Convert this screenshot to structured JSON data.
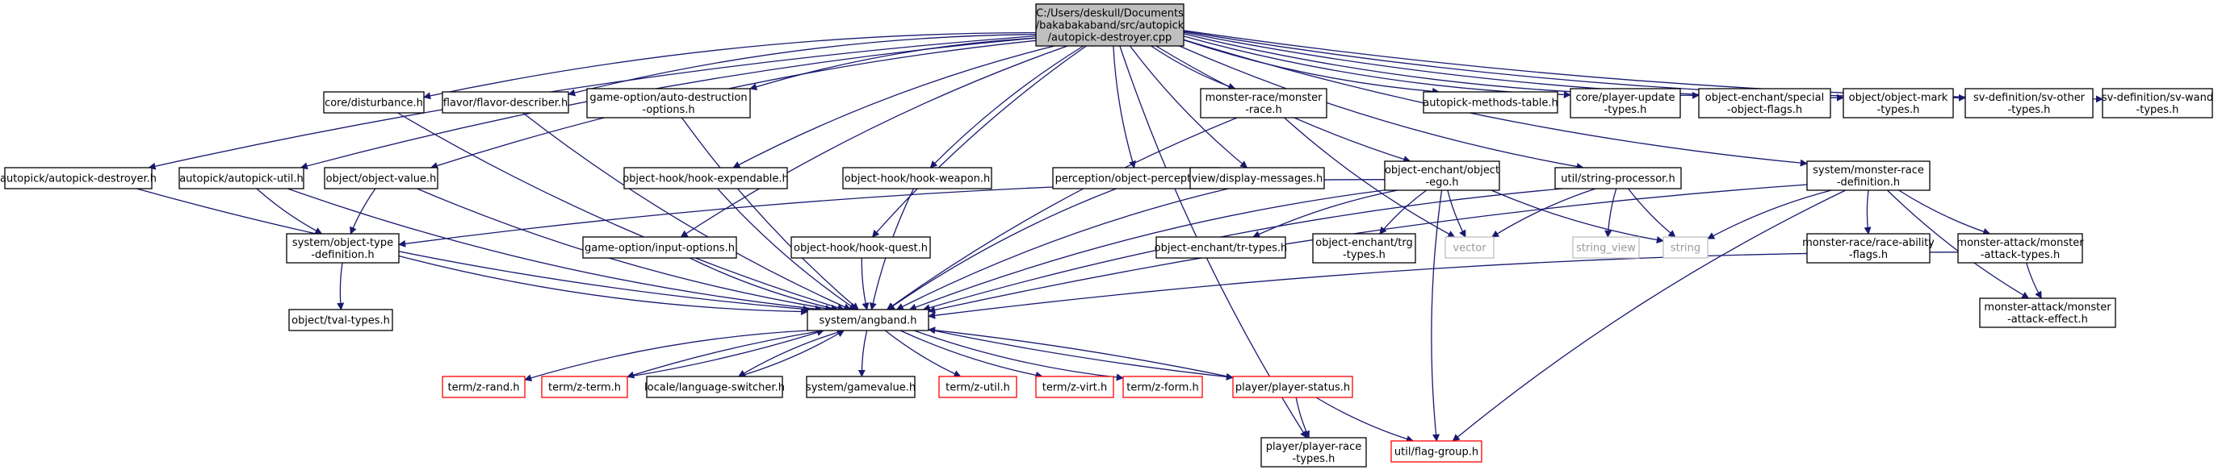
{
  "colors": {
    "edge": "#191970",
    "root_fill": "#bfbfbf",
    "node_border": "#000000",
    "missing_border": "#ff0000",
    "external_border": "#bfbfbf",
    "external_text": "#9a9a9a"
  },
  "nodes": {
    "root": {
      "lines": [
        "C:/Users/deskull/Documents",
        "/bakabakaband/src/autopick",
        "/autopick-destroyer.cpp"
      ],
      "kind": "root"
    },
    "core_dist": {
      "lines": [
        "core/disturbance.h"
      ],
      "kind": "normal"
    },
    "flavor": {
      "lines": [
        "flavor/flavor-describer.h"
      ],
      "kind": "normal"
    },
    "go_auto": {
      "lines": [
        "game-option/auto-destruction",
        "-options.h"
      ],
      "kind": "normal"
    },
    "mr_mon": {
      "lines": [
        "monster-race/monster",
        "-race.h"
      ],
      "kind": "normal"
    },
    "ap_tbl": {
      "lines": [
        "autopick-methods-table.h"
      ],
      "kind": "normal"
    },
    "core_pu": {
      "lines": [
        "core/player-update",
        "-types.h"
      ],
      "kind": "normal"
    },
    "oe_special": {
      "lines": [
        "object-enchant/special",
        "-object-flags.h"
      ],
      "kind": "normal"
    },
    "obj_mark": {
      "lines": [
        "object/object-mark",
        "-types.h"
      ],
      "kind": "normal"
    },
    "sv_other": {
      "lines": [
        "sv-definition/sv-other",
        "-types.h"
      ],
      "kind": "normal"
    },
    "sv_wand": {
      "lines": [
        "sv-definition/sv-wand",
        "-types.h"
      ],
      "kind": "normal"
    },
    "ap_destroyer": {
      "lines": [
        "autopick/autopick-destroyer.h"
      ],
      "kind": "normal"
    },
    "ap_util": {
      "lines": [
        "autopick/autopick-util.h"
      ],
      "kind": "normal"
    },
    "obj_value": {
      "lines": [
        "object/object-value.h"
      ],
      "kind": "normal"
    },
    "oh_exp": {
      "lines": [
        "object-hook/hook-expendable.h"
      ],
      "kind": "normal"
    },
    "oh_weapon": {
      "lines": [
        "object-hook/hook-weapon.h"
      ],
      "kind": "normal"
    },
    "perc": {
      "lines": [
        "perception/object-perception.h"
      ],
      "kind": "normal"
    },
    "view_msg": {
      "lines": [
        "view/display-messages.h"
      ],
      "kind": "normal"
    },
    "oe_ego": {
      "lines": [
        "object-enchant/object",
        "-ego.h"
      ],
      "kind": "normal"
    },
    "util_sp": {
      "lines": [
        "util/string-processor.h"
      ],
      "kind": "normal"
    },
    "sys_mrd": {
      "lines": [
        "system/monster-race",
        "-definition.h"
      ],
      "kind": "normal"
    },
    "sys_otd": {
      "lines": [
        "system/object-type",
        "-definition.h"
      ],
      "kind": "normal"
    },
    "go_input": {
      "lines": [
        "game-option/input-options.h"
      ],
      "kind": "normal"
    },
    "oh_quest": {
      "lines": [
        "object-hook/hook-quest.h"
      ],
      "kind": "normal"
    },
    "oe_tr": {
      "lines": [
        "object-enchant/tr-types.h"
      ],
      "kind": "normal"
    },
    "oe_trg": {
      "lines": [
        "object-enchant/trg",
        "-types.h"
      ],
      "kind": "normal"
    },
    "vector": {
      "lines": [
        "vector"
      ],
      "kind": "external"
    },
    "string_view": {
      "lines": [
        "string_view"
      ],
      "kind": "external"
    },
    "string": {
      "lines": [
        "string"
      ],
      "kind": "external"
    },
    "mr_ability": {
      "lines": [
        "monster-race/race-ability",
        "-flags.h"
      ],
      "kind": "normal"
    },
    "ma_types": {
      "lines": [
        "monster-attack/monster",
        "-attack-types.h"
      ],
      "kind": "normal"
    },
    "ma_effect": {
      "lines": [
        "monster-attack/monster",
        "-attack-effect.h"
      ],
      "kind": "normal"
    },
    "obj_tval": {
      "lines": [
        "object/tval-types.h"
      ],
      "kind": "normal"
    },
    "angband": {
      "lines": [
        "system/angband.h"
      ],
      "kind": "normal"
    },
    "t_rand": {
      "lines": [
        "term/z-rand.h"
      ],
      "kind": "missing"
    },
    "t_term": {
      "lines": [
        "term/z-term.h"
      ],
      "kind": "missing"
    },
    "loc_lang": {
      "lines": [
        "locale/language-switcher.h"
      ],
      "kind": "normal"
    },
    "sys_gv": {
      "lines": [
        "system/gamevalue.h"
      ],
      "kind": "normal"
    },
    "t_util": {
      "lines": [
        "term/z-util.h"
      ],
      "kind": "missing"
    },
    "t_virt": {
      "lines": [
        "term/z-virt.h"
      ],
      "kind": "missing"
    },
    "t_form": {
      "lines": [
        "term/z-form.h"
      ],
      "kind": "missing"
    },
    "pl_status": {
      "lines": [
        "player/player-status.h"
      ],
      "kind": "missing"
    },
    "pl_race": {
      "lines": [
        "player/player-race",
        "-types.h"
      ],
      "kind": "normal"
    },
    "util_flag": {
      "lines": [
        "util/flag-group.h"
      ],
      "kind": "missing"
    }
  },
  "edges": [
    [
      "root",
      "core_dist"
    ],
    [
      "root",
      "flavor"
    ],
    [
      "root",
      "go_auto"
    ],
    [
      "root",
      "mr_mon"
    ],
    [
      "root",
      "ap_tbl"
    ],
    [
      "root",
      "core_pu"
    ],
    [
      "root",
      "oe_special"
    ],
    [
      "root",
      "obj_mark"
    ],
    [
      "root",
      "sv_other"
    ],
    [
      "root",
      "sv_wand"
    ],
    [
      "root",
      "ap_destroyer"
    ],
    [
      "root",
      "ap_util"
    ],
    [
      "root",
      "obj_value"
    ],
    [
      "root",
      "oh_exp"
    ],
    [
      "root",
      "oh_weapon"
    ],
    [
      "root",
      "perc"
    ],
    [
      "root",
      "view_msg"
    ],
    [
      "root",
      "oe_ego"
    ],
    [
      "root",
      "util_sp"
    ],
    [
      "root",
      "sys_mrd"
    ],
    [
      "root",
      "go_input"
    ],
    [
      "root",
      "oh_quest"
    ],
    [
      "root",
      "pl_race"
    ],
    [
      "core_dist",
      "angband"
    ],
    [
      "flavor",
      "angband"
    ],
    [
      "go_auto",
      "angband"
    ],
    [
      "mr_mon",
      "angband"
    ],
    [
      "mr_mon",
      "vector"
    ],
    [
      "ap_destroyer",
      "angband"
    ],
    [
      "ap_util",
      "sys_otd"
    ],
    [
      "ap_util",
      "angband"
    ],
    [
      "obj_value",
      "sys_otd"
    ],
    [
      "obj_value",
      "angband"
    ],
    [
      "oh_exp",
      "angband"
    ],
    [
      "oh_weapon",
      "angband"
    ],
    [
      "perc",
      "angband"
    ],
    [
      "view_msg",
      "angband"
    ],
    [
      "oe_ego",
      "sys_otd"
    ],
    [
      "oe_ego",
      "angband"
    ],
    [
      "oe_ego",
      "oe_tr"
    ],
    [
      "oe_ego",
      "oe_trg"
    ],
    [
      "oe_ego",
      "vector"
    ],
    [
      "oe_ego",
      "string"
    ],
    [
      "oe_ego",
      "util_flag"
    ],
    [
      "util_sp",
      "angband"
    ],
    [
      "util_sp",
      "vector"
    ],
    [
      "util_sp",
      "string_view"
    ],
    [
      "util_sp",
      "string"
    ],
    [
      "sys_mrd",
      "angband"
    ],
    [
      "sys_mrd",
      "string"
    ],
    [
      "sys_mrd",
      "mr_ability"
    ],
    [
      "sys_mrd",
      "ma_types"
    ],
    [
      "sys_mrd",
      "ma_effect"
    ],
    [
      "sys_mrd",
      "util_flag"
    ],
    [
      "sys_otd",
      "obj_tval"
    ],
    [
      "sys_otd",
      "angband"
    ],
    [
      "go_input",
      "angband"
    ],
    [
      "oh_quest",
      "angband"
    ],
    [
      "ma_types",
      "ma_effect"
    ],
    [
      "ma_types",
      "angband"
    ],
    [
      "angband",
      "t_rand"
    ],
    [
      "angband",
      "t_term"
    ],
    [
      "angband",
      "loc_lang"
    ],
    [
      "angband",
      "sys_gv"
    ],
    [
      "angband",
      "t_util"
    ],
    [
      "angband",
      "t_virt"
    ],
    [
      "angband",
      "t_form"
    ],
    [
      "angband",
      "pl_status"
    ],
    [
      "t_term",
      "angband"
    ],
    [
      "loc_lang",
      "angband"
    ],
    [
      "pl_status",
      "angband"
    ],
    [
      "pl_status",
      "pl_race"
    ],
    [
      "pl_status",
      "util_flag"
    ]
  ]
}
